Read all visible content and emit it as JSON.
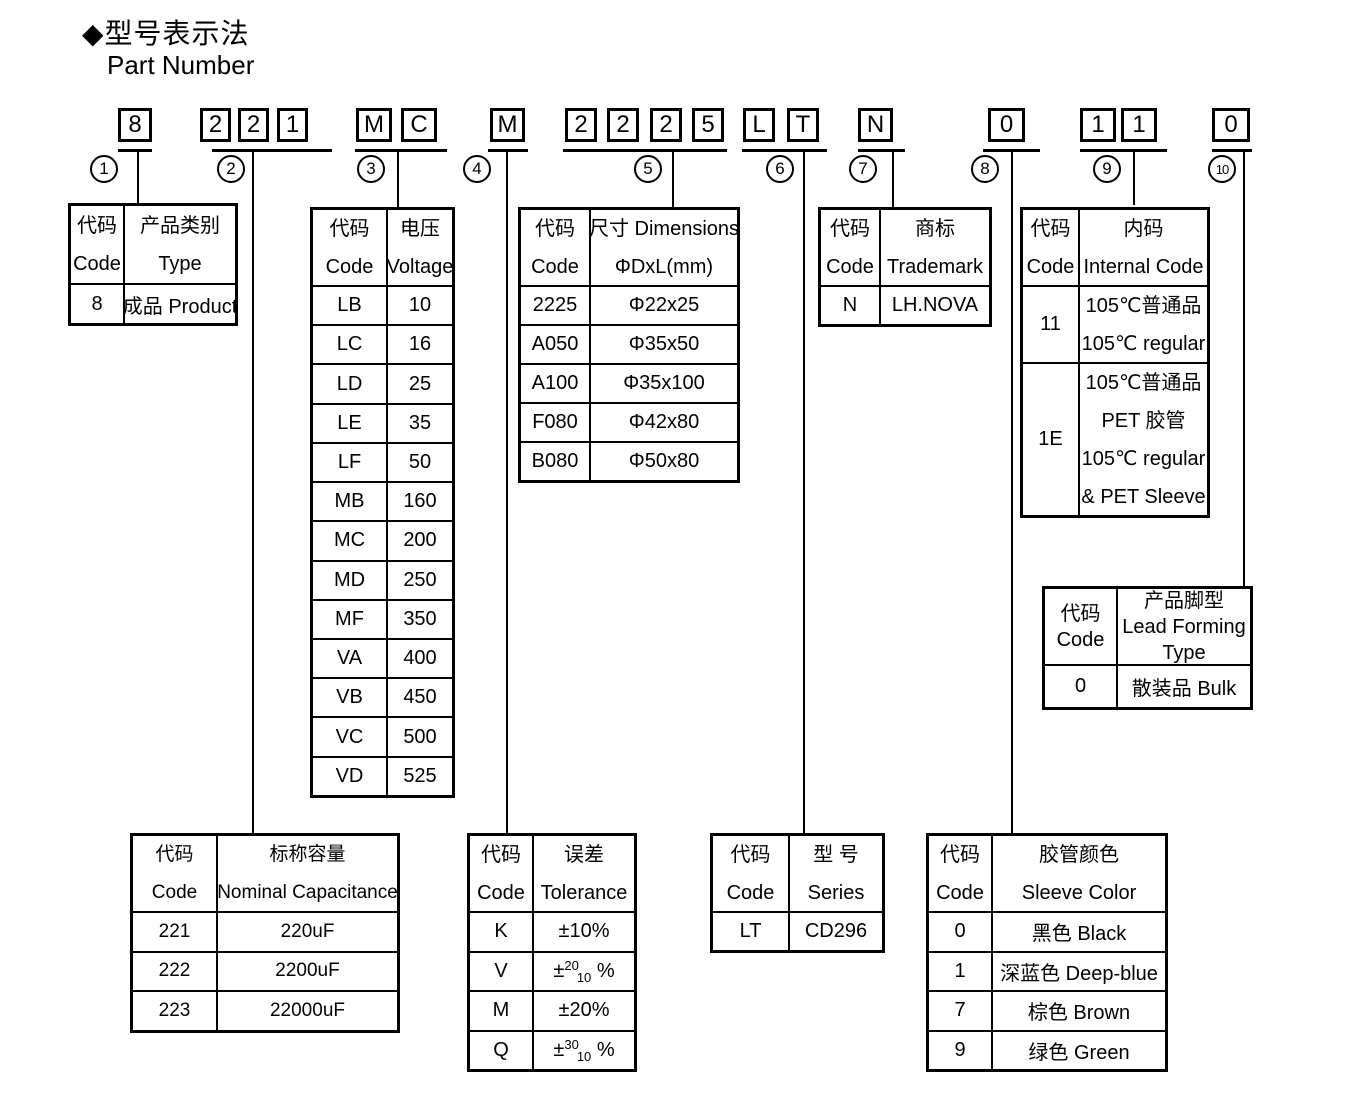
{
  "title": {
    "diamond": "◆",
    "zh": "型号表示法",
    "en": "Part Number"
  },
  "segments": [
    {
      "number": "1",
      "chars": [
        "8"
      ]
    },
    {
      "number": "2",
      "chars": [
        "2",
        "2",
        "1"
      ]
    },
    {
      "number": "3",
      "chars": [
        "M",
        "C"
      ]
    },
    {
      "number": "4",
      "chars": [
        "M"
      ]
    },
    {
      "number": "5",
      "chars": [
        "2",
        "2",
        "2",
        "5"
      ]
    },
    {
      "number": "6",
      "chars": [
        "L",
        "T"
      ]
    },
    {
      "number": "7",
      "chars": [
        "N"
      ]
    },
    {
      "number": "8",
      "chars": [
        "0"
      ]
    },
    {
      "number": "9",
      "chars": [
        "1",
        "1"
      ]
    },
    {
      "number": "10",
      "chars": [
        "0"
      ]
    }
  ],
  "tables": {
    "type": {
      "header": [
        [
          "代码",
          "Code"
        ],
        [
          "产品类别",
          "Type"
        ]
      ],
      "rows": [
        [
          "8",
          "成品 Product"
        ]
      ]
    },
    "voltage": {
      "header": [
        [
          "代码",
          "Code"
        ],
        [
          "电压",
          "Voltage"
        ]
      ],
      "rows": [
        [
          "LB",
          "10"
        ],
        [
          "LC",
          "16"
        ],
        [
          "LD",
          "25"
        ],
        [
          "LE",
          "35"
        ],
        [
          "LF",
          "50"
        ],
        [
          "MB",
          "160"
        ],
        [
          "MC",
          "200"
        ],
        [
          "MD",
          "250"
        ],
        [
          "MF",
          "350"
        ],
        [
          "VA",
          "400"
        ],
        [
          "VB",
          "450"
        ],
        [
          "VC",
          "500"
        ],
        [
          "VD",
          "525"
        ]
      ]
    },
    "dimensions": {
      "header": [
        [
          "代码",
          "Code"
        ],
        [
          "尺寸 Dimensions",
          "ΦDxL(mm)"
        ]
      ],
      "rows": [
        [
          "2225",
          "Φ22x25"
        ],
        [
          "A050",
          "Φ35x50"
        ],
        [
          "A100",
          "Φ35x100"
        ],
        [
          "F080",
          "Φ42x80"
        ],
        [
          "B080",
          "Φ50x80"
        ]
      ]
    },
    "trademark": {
      "header": [
        [
          "代码",
          "Code"
        ],
        [
          "商标",
          "Trademark"
        ]
      ],
      "rows": [
        [
          "N",
          "LH.NOVA"
        ]
      ]
    },
    "internal_code": {
      "header": [
        [
          "代码",
          "Code"
        ],
        [
          "内码",
          "Internal Code"
        ]
      ],
      "rows": [
        [
          "11",
          "105℃普通品\n105℃ regular"
        ],
        [
          "1E",
          "105℃普通品\nPET 胶管\n105℃ regular\n& PET Sleeve"
        ]
      ]
    },
    "lead_forming": {
      "header": [
        [
          "代码",
          "Code"
        ],
        [
          "产品脚型",
          "Lead Forming",
          "Type"
        ]
      ],
      "rows": [
        [
          "0",
          "散装品 Bulk"
        ]
      ]
    },
    "capacitance": {
      "header": [
        [
          "代码",
          "Code"
        ],
        [
          "标称容量",
          "Nominal Capacitance"
        ]
      ],
      "rows": [
        [
          "221",
          "220uF"
        ],
        [
          "222",
          "2200uF"
        ],
        [
          "223",
          "22000uF"
        ]
      ]
    },
    "tolerance": {
      "header": [
        [
          "代码",
          "Code"
        ],
        [
          "误差",
          "Tolerance"
        ]
      ],
      "rows": [
        [
          "K",
          "±10%"
        ],
        [
          "V",
          {
            "segs": [
              "±",
              {
                "sup": "20"
              },
              {
                "sub": "10"
              },
              " %"
            ]
          }
        ],
        [
          "M",
          "±20%"
        ],
        [
          "Q",
          {
            "segs": [
              "±",
              {
                "sup": "30"
              },
              {
                "sub": "10"
              },
              " %"
            ]
          }
        ]
      ]
    },
    "series": {
      "header": [
        [
          "代码",
          "Code"
        ],
        [
          "型 号",
          "Series"
        ]
      ],
      "rows": [
        [
          "LT",
          "CD296"
        ]
      ]
    },
    "sleeve_color": {
      "header": [
        [
          "代码",
          "Code"
        ],
        [
          "胶管颜色",
          "Sleeve Color"
        ]
      ],
      "rows": [
        [
          "0",
          "黑色 Black"
        ],
        [
          "1",
          "深蓝色 Deep-blue"
        ],
        [
          "7",
          "棕色 Brown"
        ],
        [
          "9",
          "绿色 Green"
        ]
      ]
    }
  },
  "colors": {
    "ink": "#000000",
    "background": "#ffffff"
  }
}
